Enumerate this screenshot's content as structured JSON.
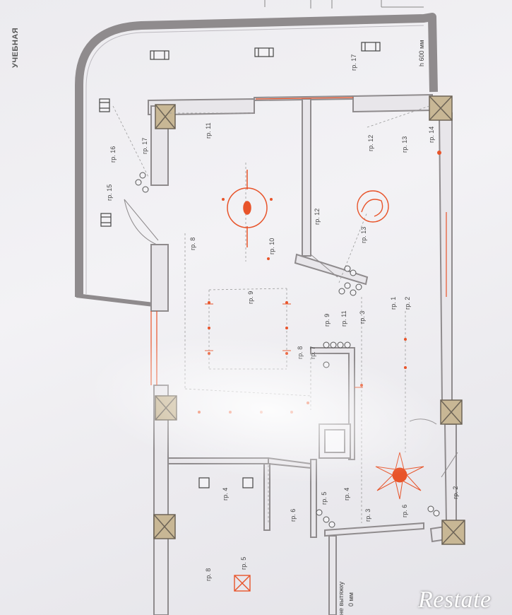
{
  "sheet": {
    "title": "УЧЕБНАЯ",
    "note_height": "h 600 мм",
    "note_vent": "не вытяжку",
    "note_vent2": "0 мм"
  },
  "watermark": {
    "brand": "Restate"
  },
  "groups": {
    "g1": "гр. 1",
    "g2a": "гр. 2",
    "g2b": "гр. 2",
    "g3a": "гр. 3",
    "g3b": "гр. 3",
    "g4a": "гр. 4",
    "g4b": "гр. 4",
    "g5a": "гр. 5",
    "g5b": "гр. 5",
    "g6a": "гр. 6",
    "g6b": "гр. 6",
    "g7": "гр. 7",
    "g8a": "гр. 8",
    "g8b": "гр. 8",
    "g9a": "гр. 9",
    "g9b": "гр. 9",
    "g10": "гр. 10",
    "g11a": "гр. 11",
    "g11b": "гр. 11",
    "g12a": "гр. 12",
    "g12b": "гр. 12",
    "g13a": "гр. 13",
    "g13b": "гр. 13",
    "g14": "гр. 14",
    "g15": "гр. 15",
    "g16": "гр. 16",
    "g17a": "гр. 17",
    "g17b": "гр. 17"
  },
  "colors": {
    "wall": "#8f8b8d",
    "wall_fill": "#e8e6ea",
    "column": "#b9a98a",
    "fixture": "#e8542a",
    "dash": "#9a9a9a"
  }
}
